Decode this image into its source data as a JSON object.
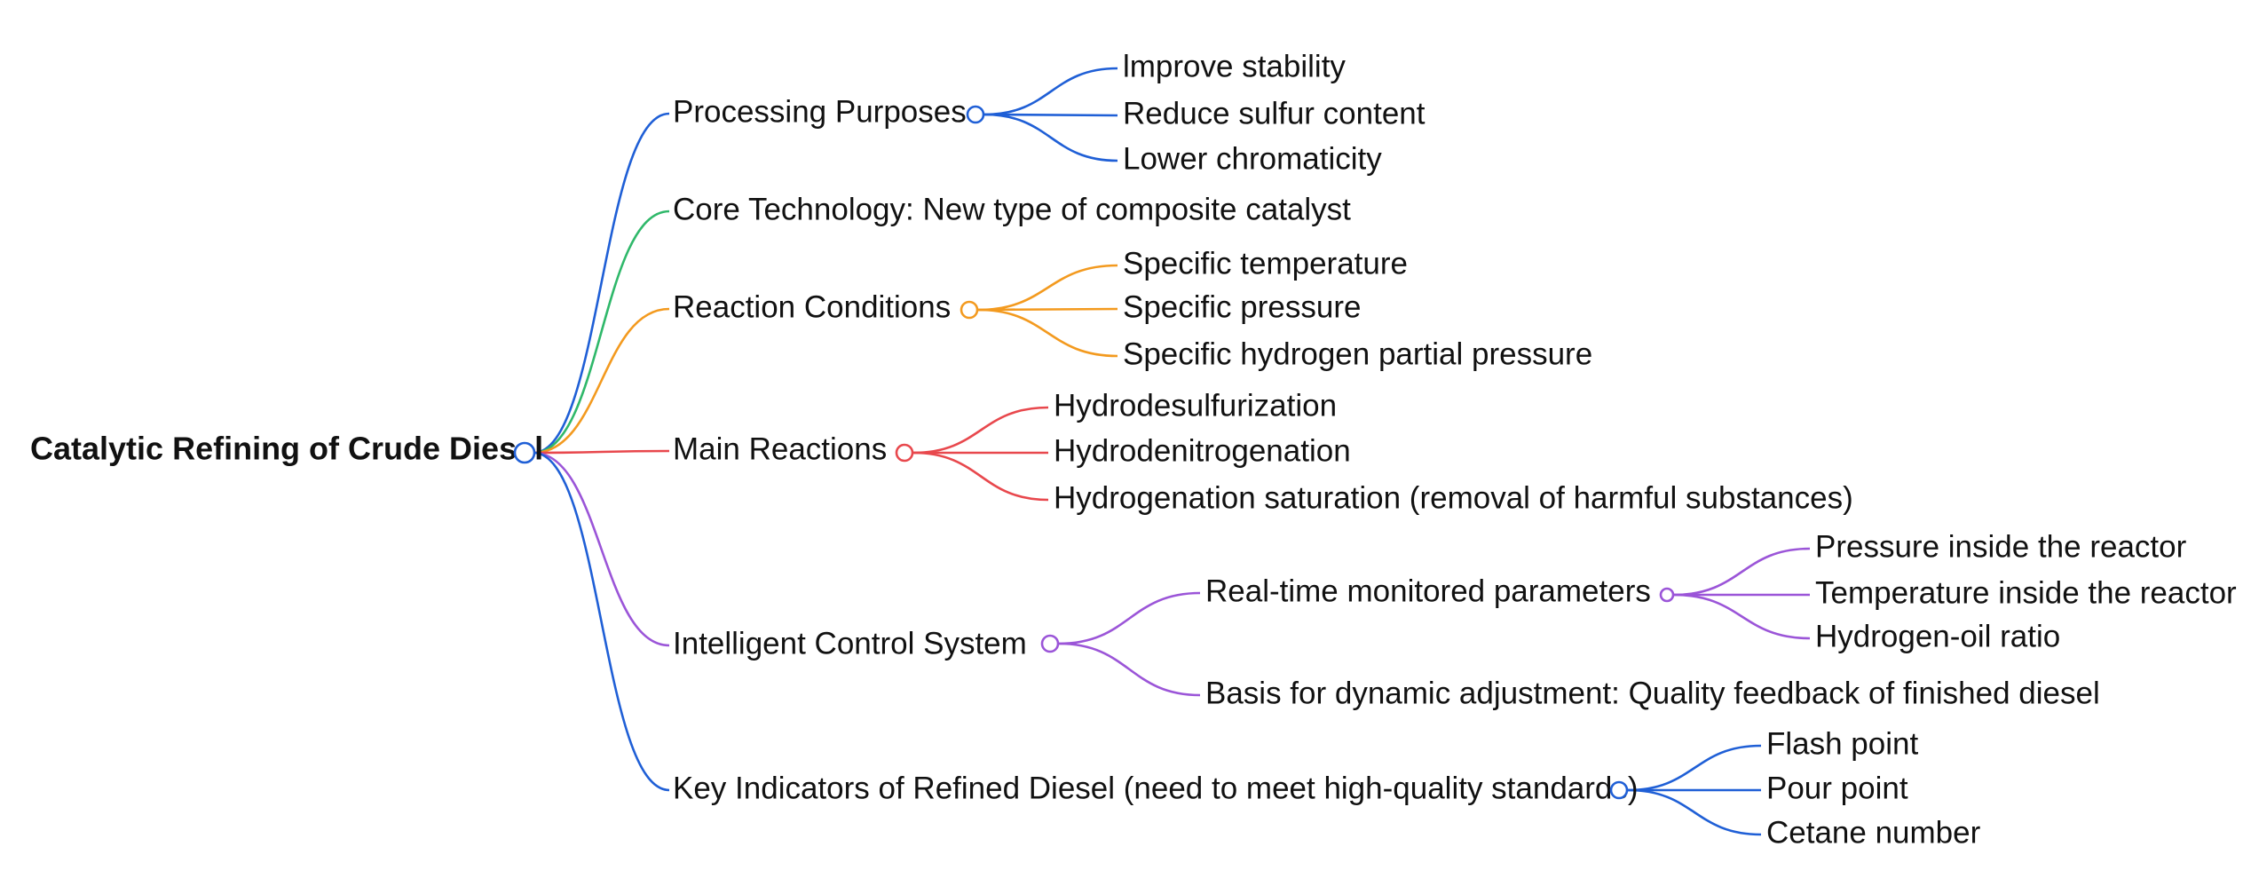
{
  "colors": {
    "blue": "#1f5fd6",
    "green": "#2fb86a",
    "orange": "#f39a1f",
    "red": "#e8484d",
    "purple": "#9b55d8"
  },
  "root": {
    "label": "Catalytic Refining of Crude Diesel",
    "children": [
      {
        "label": "Processing Purposes",
        "color": "blue",
        "children": [
          {
            "label": "lmprove stability"
          },
          {
            "label": "Reduce sulfur content"
          },
          {
            "label": "Lower chromaticity"
          }
        ]
      },
      {
        "label": "Core Technology: New type of composite catalyst",
        "color": "green",
        "children": []
      },
      {
        "label": "Reaction Conditions",
        "color": "orange",
        "children": [
          {
            "label": "Specific temperature"
          },
          {
            "label": "Specific pressure"
          },
          {
            "label": "Specific hydrogen partial pressure"
          }
        ]
      },
      {
        "label": "Main Reactions",
        "color": "red",
        "children": [
          {
            "label": "Hydrodesulfurization"
          },
          {
            "label": "Hydrodenitrogenation"
          },
          {
            "label": "Hydrogenation saturation (removal of harmful substances)"
          }
        ]
      },
      {
        "label": "Intelligent Control System",
        "color": "purple",
        "children": [
          {
            "label": "Real-time monitored parameters",
            "children": [
              {
                "label": "Pressure inside the reactor"
              },
              {
                "label": "Temperature inside the reactor"
              },
              {
                "label": "Hydrogen-oil ratio"
              }
            ]
          },
          {
            "label": "Basis for dynamic adjustment: Quality feedback of finished diesel"
          }
        ]
      },
      {
        "label": "Key Indicators of Refined Diesel (need to meet high-quality standards)",
        "color": "blue",
        "children": [
          {
            "label": "Flash point"
          },
          {
            "label": "Pour point"
          },
          {
            "label": "Cetane number"
          }
        ]
      }
    ]
  }
}
